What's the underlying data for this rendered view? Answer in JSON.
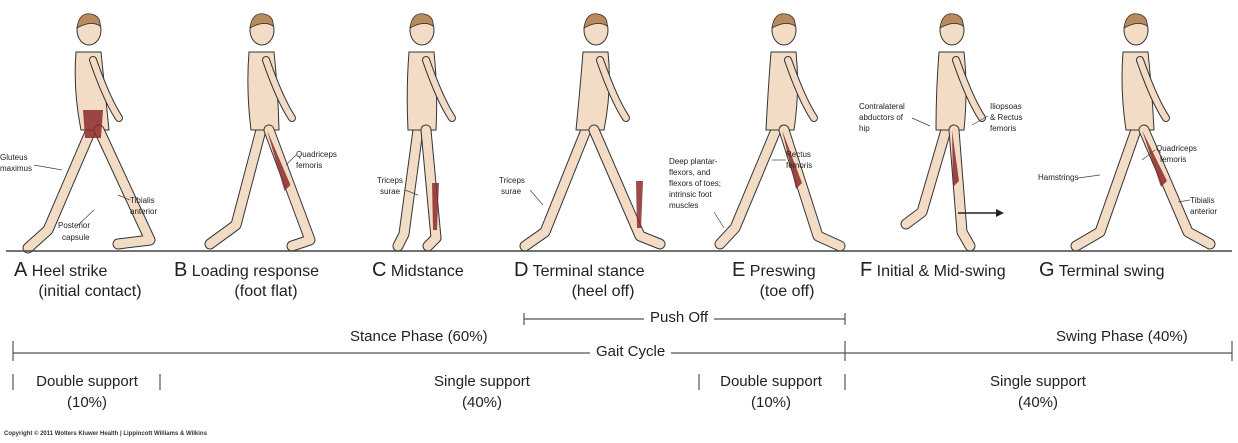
{
  "phases": [
    {
      "letter": "A",
      "name": "Heel strike",
      "sub": "(initial contact)"
    },
    {
      "letter": "B",
      "name": "Loading response",
      "sub": "(foot flat)"
    },
    {
      "letter": "C",
      "name": "Midstance",
      "sub": ""
    },
    {
      "letter": "D",
      "name": "Terminal stance",
      "sub": "(heel off)"
    },
    {
      "letter": "E",
      "name": "Preswing",
      "sub": "(toe off)"
    },
    {
      "letter": "F",
      "name": "Initial & Mid-swing",
      "sub": ""
    },
    {
      "letter": "G",
      "name": "Terminal swing",
      "sub": ""
    }
  ],
  "muscles": {
    "gluteus_1": "Gluteus",
    "gluteus_2": "maximus",
    "tibialis_a_1": "Tibialis",
    "tibialis_a_2": "anterior",
    "posterior_1": "Posterior",
    "posterior_2": "capsule",
    "quad_b_1": "Quadriceps",
    "quad_b_2": "femoris",
    "triceps_c_1": "Triceps",
    "triceps_c_2": "surae",
    "triceps_d_1": "Triceps",
    "triceps_d_2": "surae",
    "deep_1": "Deep plantar-",
    "deep_2": "flexors, and",
    "deep_3": "flexors of toes;",
    "deep_4": "intrinsic foot",
    "deep_5": "muscles",
    "rectus_e_1": "Rectus",
    "rectus_e_2": "femoris",
    "contra_1": "Contralateral",
    "contra_2": "abductors of",
    "contra_3": "hip",
    "ilio_1": "Iliopsoas",
    "ilio_2": "& Rectus",
    "ilio_3": "femoris",
    "quad_g_1": "Quadriceps",
    "quad_g_2": "femoris",
    "hamstrings": "Hamstrings",
    "tibialis_g_1": "Tibialis",
    "tibialis_g_2": "anterior"
  },
  "bars": {
    "push_off": "Push Off",
    "stance": "Stance Phase (60%)",
    "gait_cycle": "Gait Cycle",
    "swing": "Swing Phase (40%)"
  },
  "support": [
    {
      "label": "Double support",
      "pct": "(10%)"
    },
    {
      "label": "Single support",
      "pct": "(40%)"
    },
    {
      "label": "Double support",
      "pct": "(10%)"
    },
    {
      "label": "Single support",
      "pct": "(40%)"
    }
  ],
  "copyright": "Copyright © 2011 Wolters Kluwer Health | Lippincott Williams & Wilkins",
  "colors": {
    "skin": "#f3dcc6",
    "hair": "#b98a5c",
    "muscle": "#8b2a2a",
    "bone": "#e9e4dc",
    "line": "#333333"
  }
}
